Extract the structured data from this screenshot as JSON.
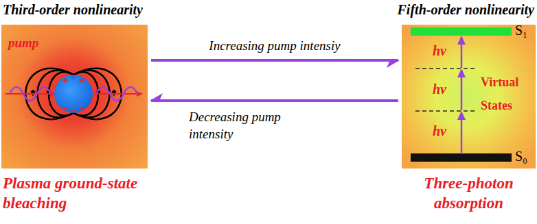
{
  "diagram": {
    "nodes": [
      {
        "text": [
          "Third-order nonlinearity",
          "Plasma ground-state bleaching"
        ]
      },
      {
        "text": [
          "Fifth-order nonlinearity",
          "Three-photon absorption"
        ]
      }
    ],
    "edges": [
      {
        "from": 0,
        "to": 1,
        "label": "Increasing pump intensiy",
        "arrow": "to"
      },
      {
        "from": 1,
        "to": 0,
        "label": "Decreasing pump intensity",
        "arrow": "to"
      }
    ],
    "labels": [
      "pump",
      "hv",
      "hv",
      "hv",
      "Virtual States",
      "S₁",
      "S₀"
    ]
  }
}
